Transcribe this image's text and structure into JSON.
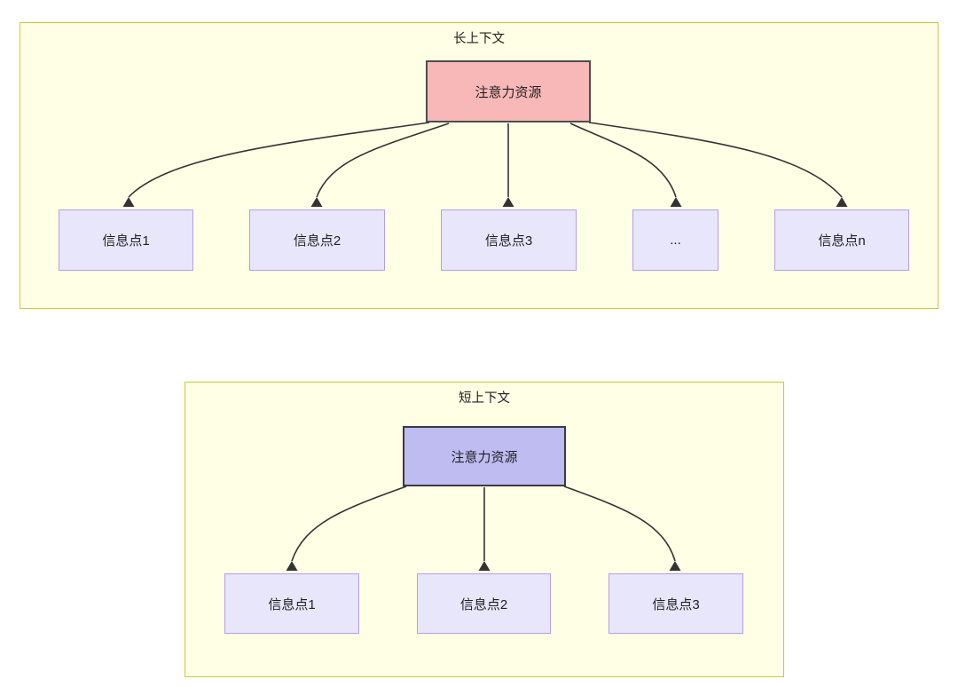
{
  "diagram": {
    "type": "attention-allocation-comparison",
    "groups": [
      {
        "id": "long-context",
        "title": "长上下文",
        "root": {
          "label": "注意力资源",
          "fill": "#f8b8b8",
          "stroke": "#4d4d4d"
        },
        "children": [
          {
            "label": "信息点1"
          },
          {
            "label": "信息点2"
          },
          {
            "label": "信息点3"
          },
          {
            "label": "..."
          },
          {
            "label": "信息点n"
          }
        ],
        "child_count": 5,
        "container_fill": "#ffffe6",
        "container_stroke": "#c8c840",
        "child_fill": "#e8e6fb",
        "child_stroke": "#b79ce8"
      },
      {
        "id": "short-context",
        "title": "短上下文",
        "root": {
          "label": "注意力资源",
          "fill": "#bfbcf2",
          "stroke": "#3a3a46"
        },
        "children": [
          {
            "label": "信息点1"
          },
          {
            "label": "信息点2"
          },
          {
            "label": "信息点3"
          }
        ],
        "child_count": 3,
        "container_fill": "#ffffe6",
        "container_stroke": "#c8c840",
        "child_fill": "#e8e6fb",
        "child_stroke": "#b79ce8"
      }
    ],
    "edge_color": "#333333"
  }
}
